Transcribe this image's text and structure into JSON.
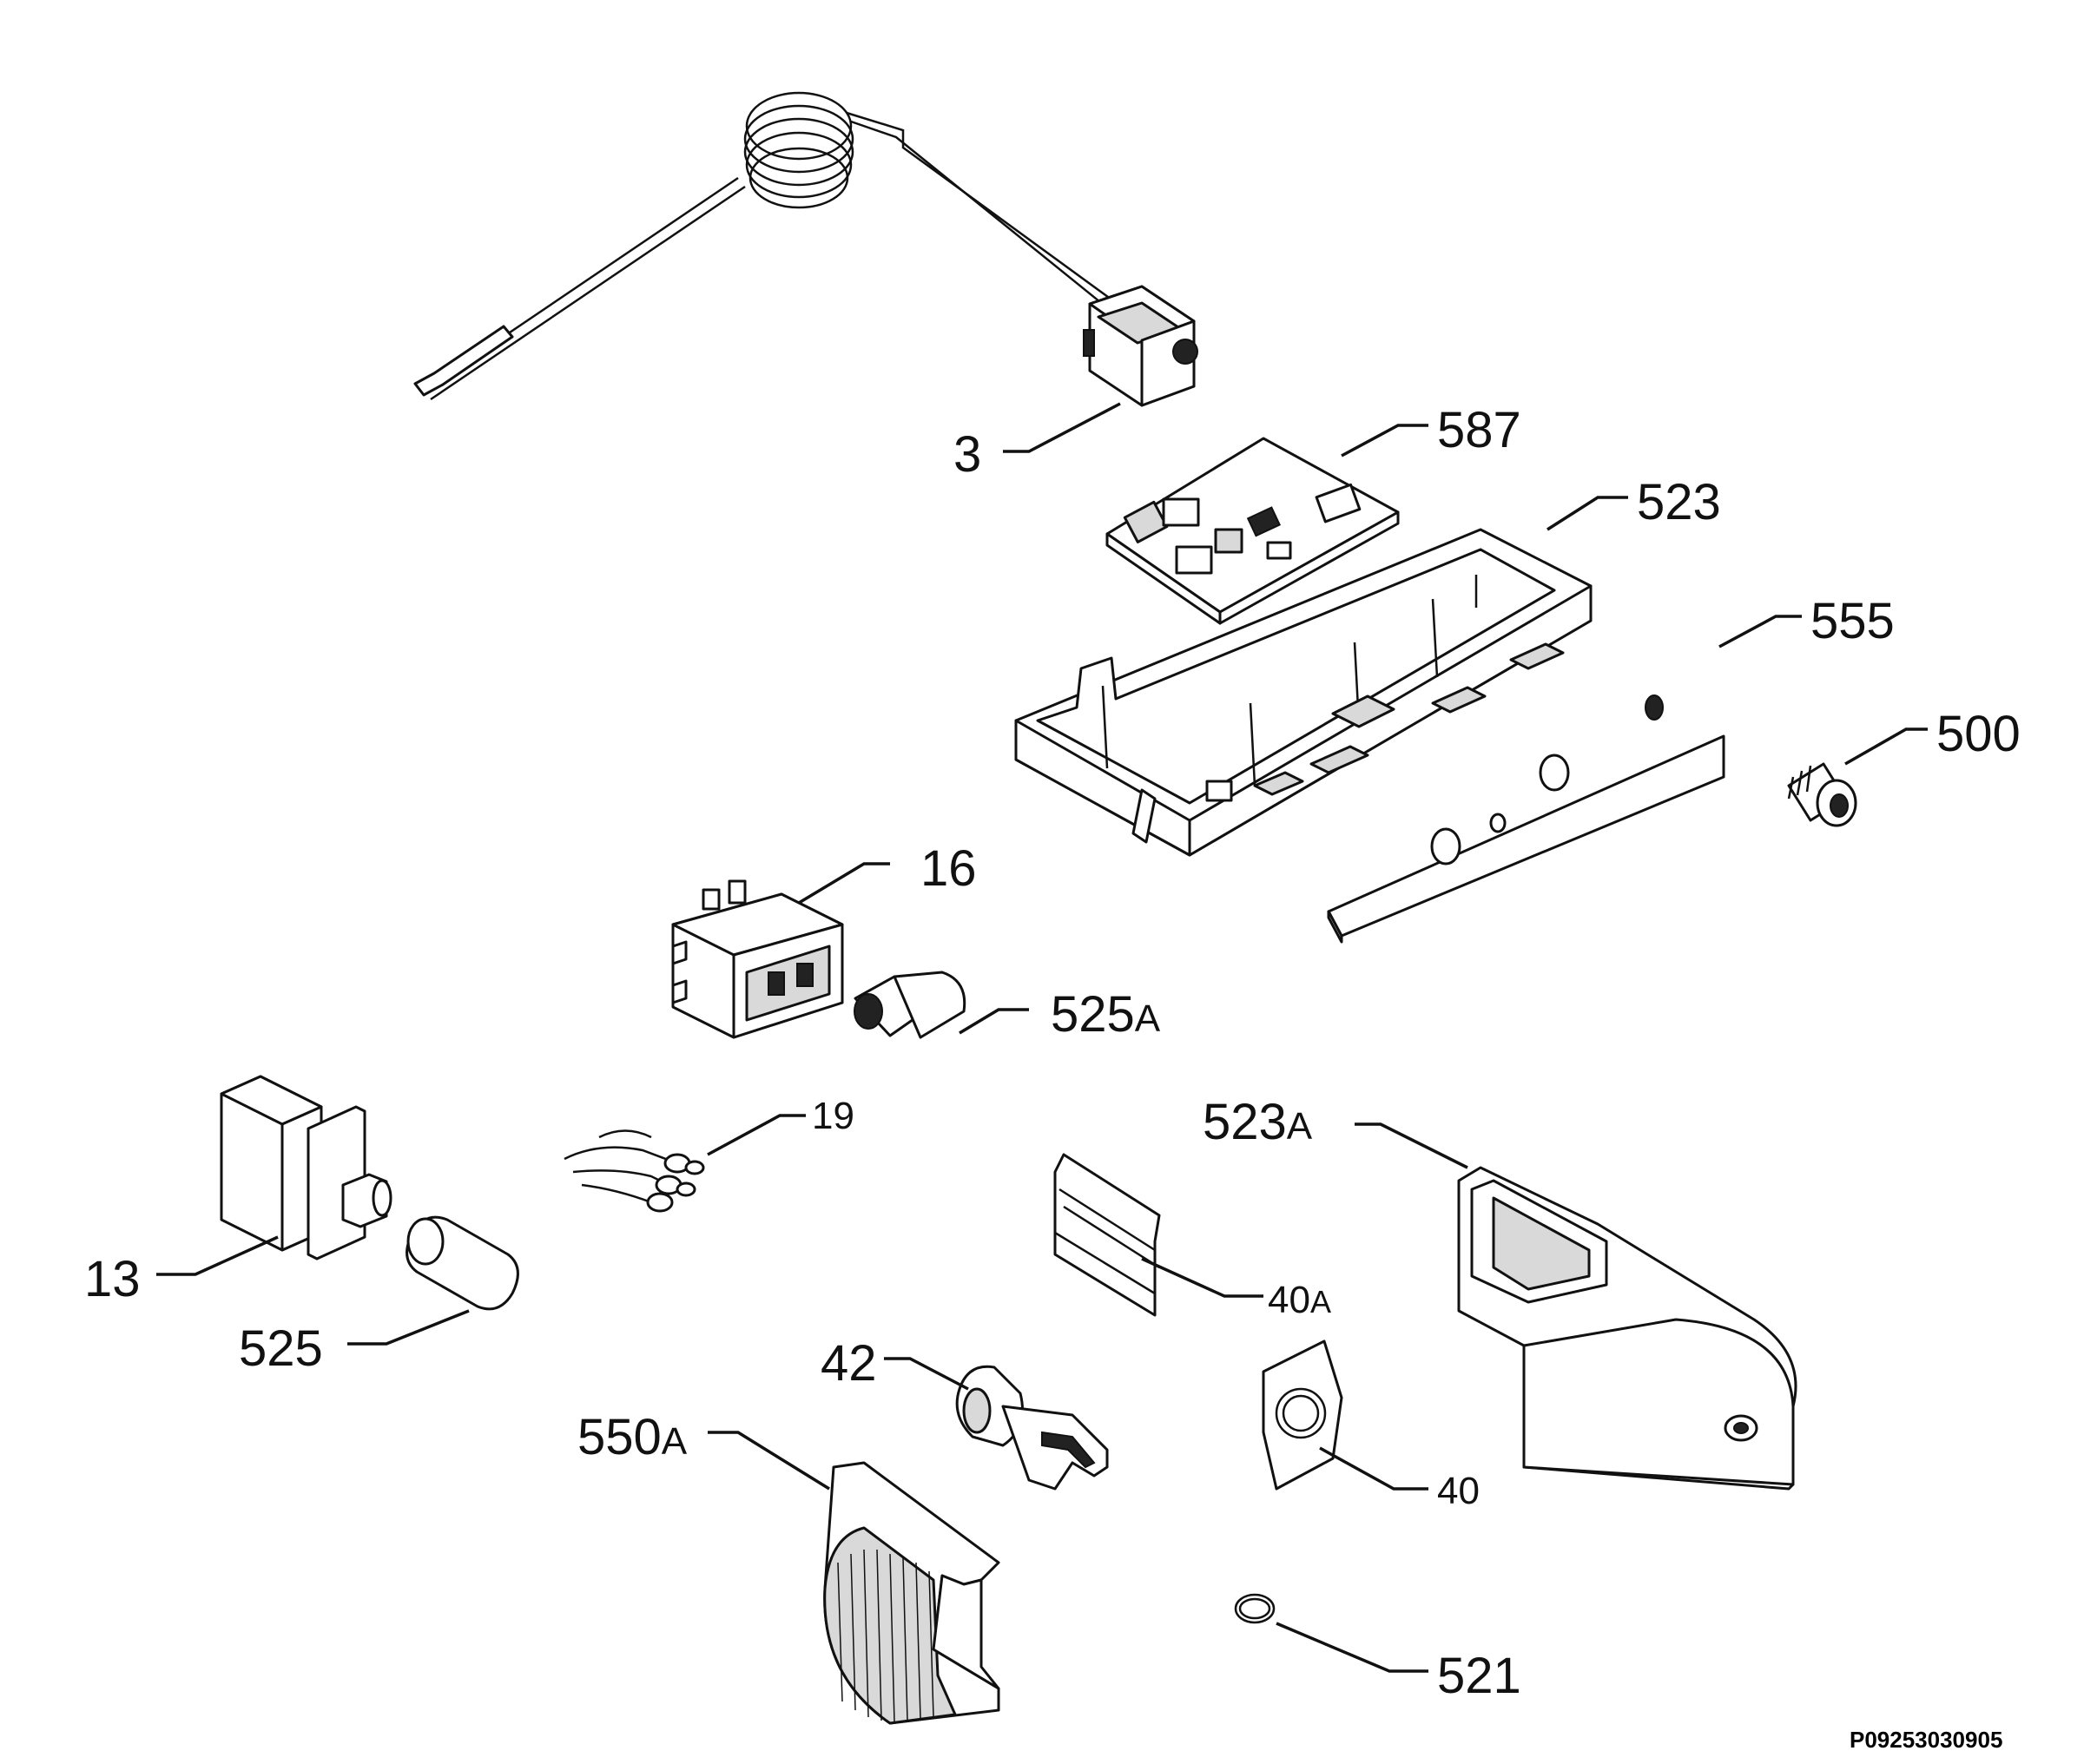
{
  "callouts": [
    {
      "id": "3",
      "label": "3",
      "suffix": ""
    },
    {
      "id": "587",
      "label": "587",
      "suffix": ""
    },
    {
      "id": "523",
      "label": "523",
      "suffix": ""
    },
    {
      "id": "555",
      "label": "555",
      "suffix": ""
    },
    {
      "id": "500",
      "label": "500",
      "suffix": ""
    },
    {
      "id": "16",
      "label": "16",
      "suffix": ""
    },
    {
      "id": "525A",
      "label": "525",
      "suffix": "A"
    },
    {
      "id": "19",
      "label": "19",
      "suffix": ""
    },
    {
      "id": "523A",
      "label": "523",
      "suffix": "A"
    },
    {
      "id": "13",
      "label": "13",
      "suffix": ""
    },
    {
      "id": "40A",
      "label": "40",
      "suffix": "A"
    },
    {
      "id": "525",
      "label": "525",
      "suffix": ""
    },
    {
      "id": "42",
      "label": "42",
      "suffix": ""
    },
    {
      "id": "550A",
      "label": "550",
      "suffix": "A"
    },
    {
      "id": "40",
      "label": "40",
      "suffix": ""
    },
    {
      "id": "521",
      "label": "521",
      "suffix": ""
    }
  ],
  "diagram_code": "P09253030905"
}
